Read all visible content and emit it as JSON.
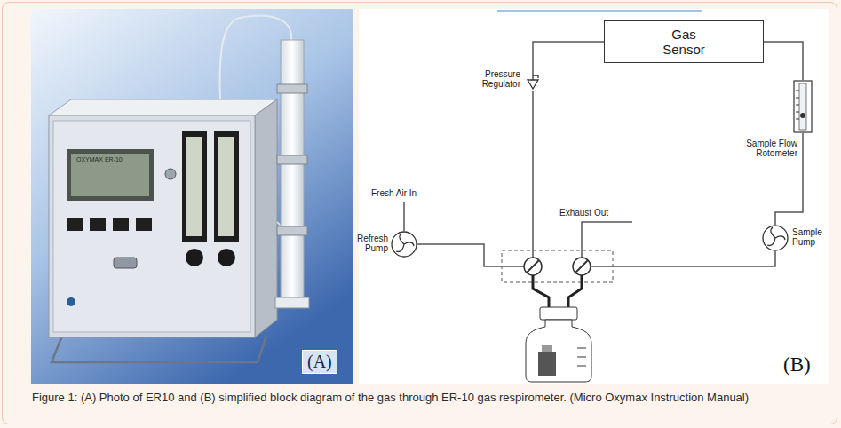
{
  "diagram": {
    "caption": "Figure 1: (A) Photo of ER10 and (B) simplified block diagram of the gas through ER-10 gas respirometer. (Micro Oxymax Instruction Manual)",
    "nodes": [
      {
        "text": [
          "Gas Sensor"
        ]
      },
      {
        "text": [
          "Pressure Regulator"
        ]
      },
      {
        "text": [
          "Sample Flow Rotometer"
        ]
      },
      {
        "text": [
          "Refresh Pump"
        ]
      },
      {
        "text": [
          "Sample Pump"
        ]
      }
    ],
    "edges": [
      {
        "from": 1,
        "to": 0,
        "arrow": "none"
      },
      {
        "from": 0,
        "to": 2,
        "arrow": "none"
      },
      {
        "from": 2,
        "to": 4,
        "arrow": "none"
      }
    ],
    "labels": [
      "OXYMAX ER-10",
      "(A)",
      "Fresh Air In",
      "Exhaust Out",
      "(B)"
    ]
  }
}
